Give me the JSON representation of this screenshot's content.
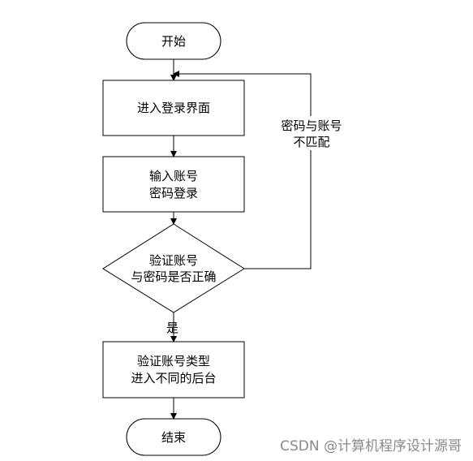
{
  "nodes": {
    "start": {
      "label": "开始"
    },
    "login_page": {
      "label": "进入登录界面"
    },
    "input": {
      "line1": "输入账号",
      "line2": "密码登录"
    },
    "verify": {
      "line1": "验证账号",
      "line2": "与密码是否正确"
    },
    "type_check": {
      "line1": "验证账号类型",
      "line2": "进入不同的后台"
    },
    "end": {
      "label": "结束"
    }
  },
  "edges": {
    "yes_label": "是",
    "mismatch_line1": "密码与账号",
    "mismatch_line2": "不匹配"
  },
  "watermark": {
    "text": "CSDN @计算机程序设计源哥"
  }
}
